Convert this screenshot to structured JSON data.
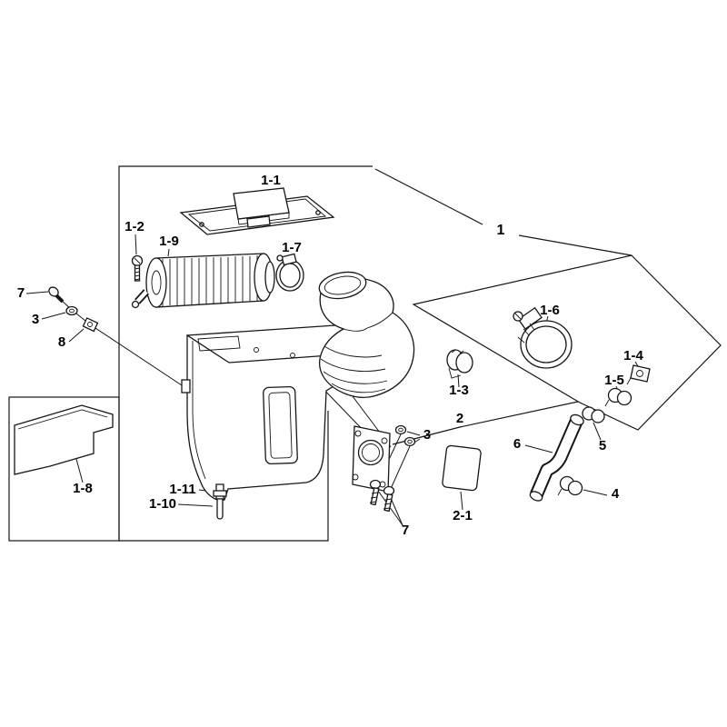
{
  "figure": {
    "background": "#ffffff",
    "line_color": "#161616",
    "text_color": "#000000",
    "description_hint": "exploded parts diagram, air cleaner assembly"
  },
  "callouts": {
    "assembly_1": "1",
    "part_1_1": "1-1",
    "part_1_2": "1-2",
    "part_1_3": "1-3",
    "part_1_4": "1-4",
    "part_1_5": "1-5",
    "part_1_6": "1-6",
    "part_1_7": "1-7",
    "part_1_8": "1-8",
    "part_1_9": "1-9",
    "part_1_10": "1-10",
    "part_1_11": "1-11",
    "group_2": "2",
    "part_2_1": "2-1",
    "part_3_left": "3",
    "part_3_right": "3",
    "part_4": "4",
    "part_5": "5",
    "part_6": "6",
    "part_7_left": "7",
    "part_7_bottom": "7",
    "part_8": "8"
  }
}
